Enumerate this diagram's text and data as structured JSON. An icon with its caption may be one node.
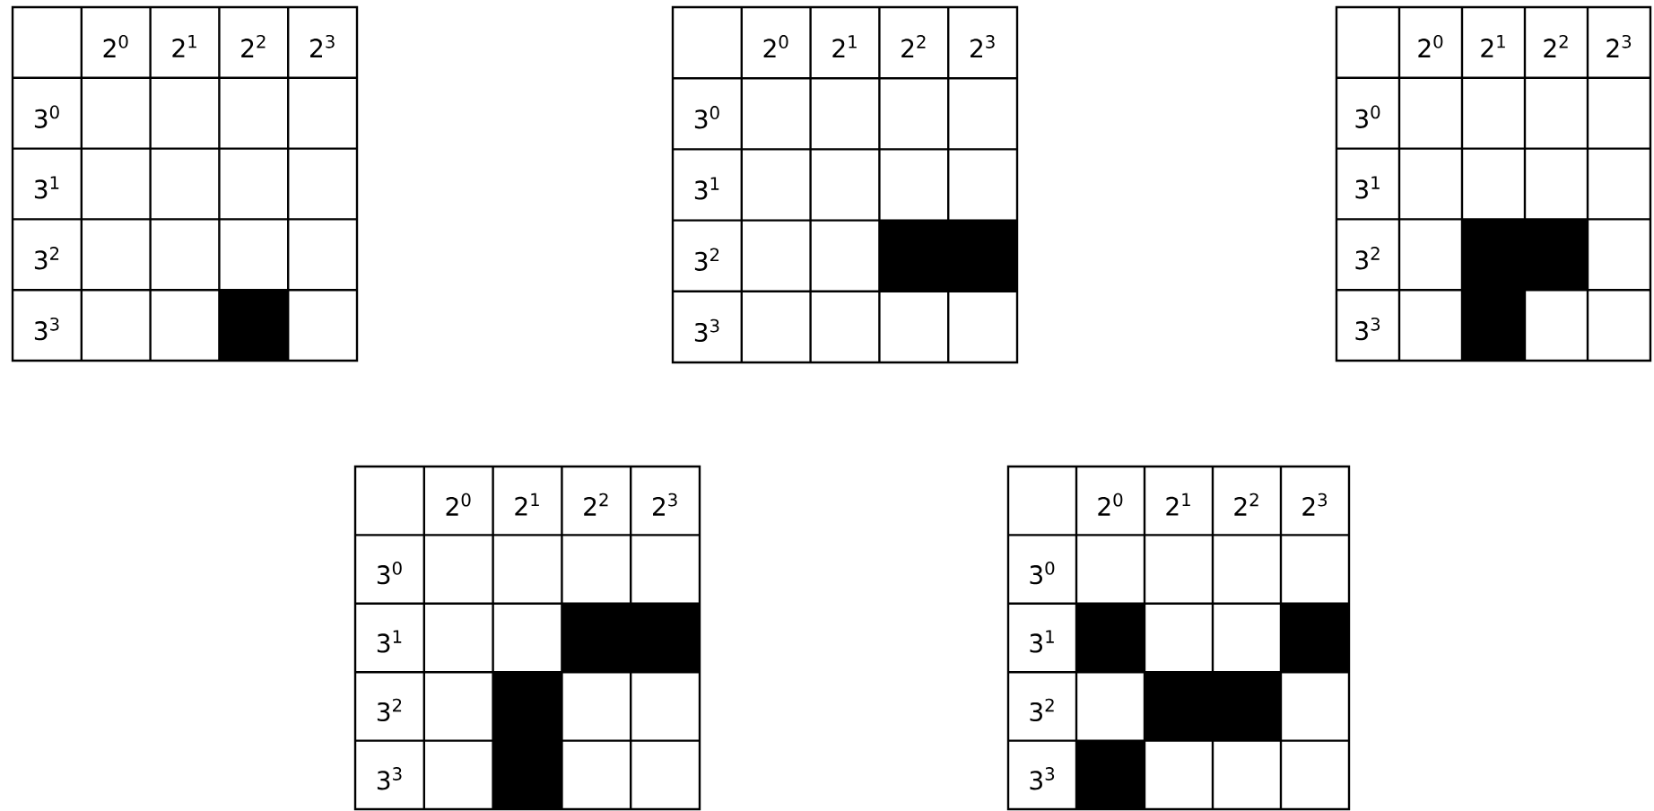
{
  "diagram": {
    "labels": [
      "2$^{0}$",
      "2$^{1}$",
      "2$^{2}$",
      "2$^{3}$",
      "3$^{0}$",
      "3$^{1}$",
      "3$^{2}$",
      "3$^{3}$",
      "2$^{0}$",
      "2$^{1}$",
      "2$^{2}$",
      "2$^{3}$",
      "3$^{0}$",
      "3$^{1}$",
      "3$^{2}$",
      "3$^{3}$",
      "2$^{0}$",
      "2$^{1}$",
      "2$^{2}$",
      "2$^{3}$",
      "3$^{0}$",
      "3$^{1}$",
      "3$^{2}$",
      "3$^{3}$",
      "2$^{0}$",
      "2$^{1}$",
      "2$^{2}$",
      "2$^{3}$",
      "3$^{0}$",
      "3$^{1}$",
      "3$^{2}$",
      "3$^{3}$",
      "2$^{0}$",
      "2$^{1}$",
      "2$^{2}$",
      "2$^{3}$",
      "3$^{0}$",
      "3$^{1}$",
      "3$^{2}$",
      "3$^{3}$"
    ]
  }
}
